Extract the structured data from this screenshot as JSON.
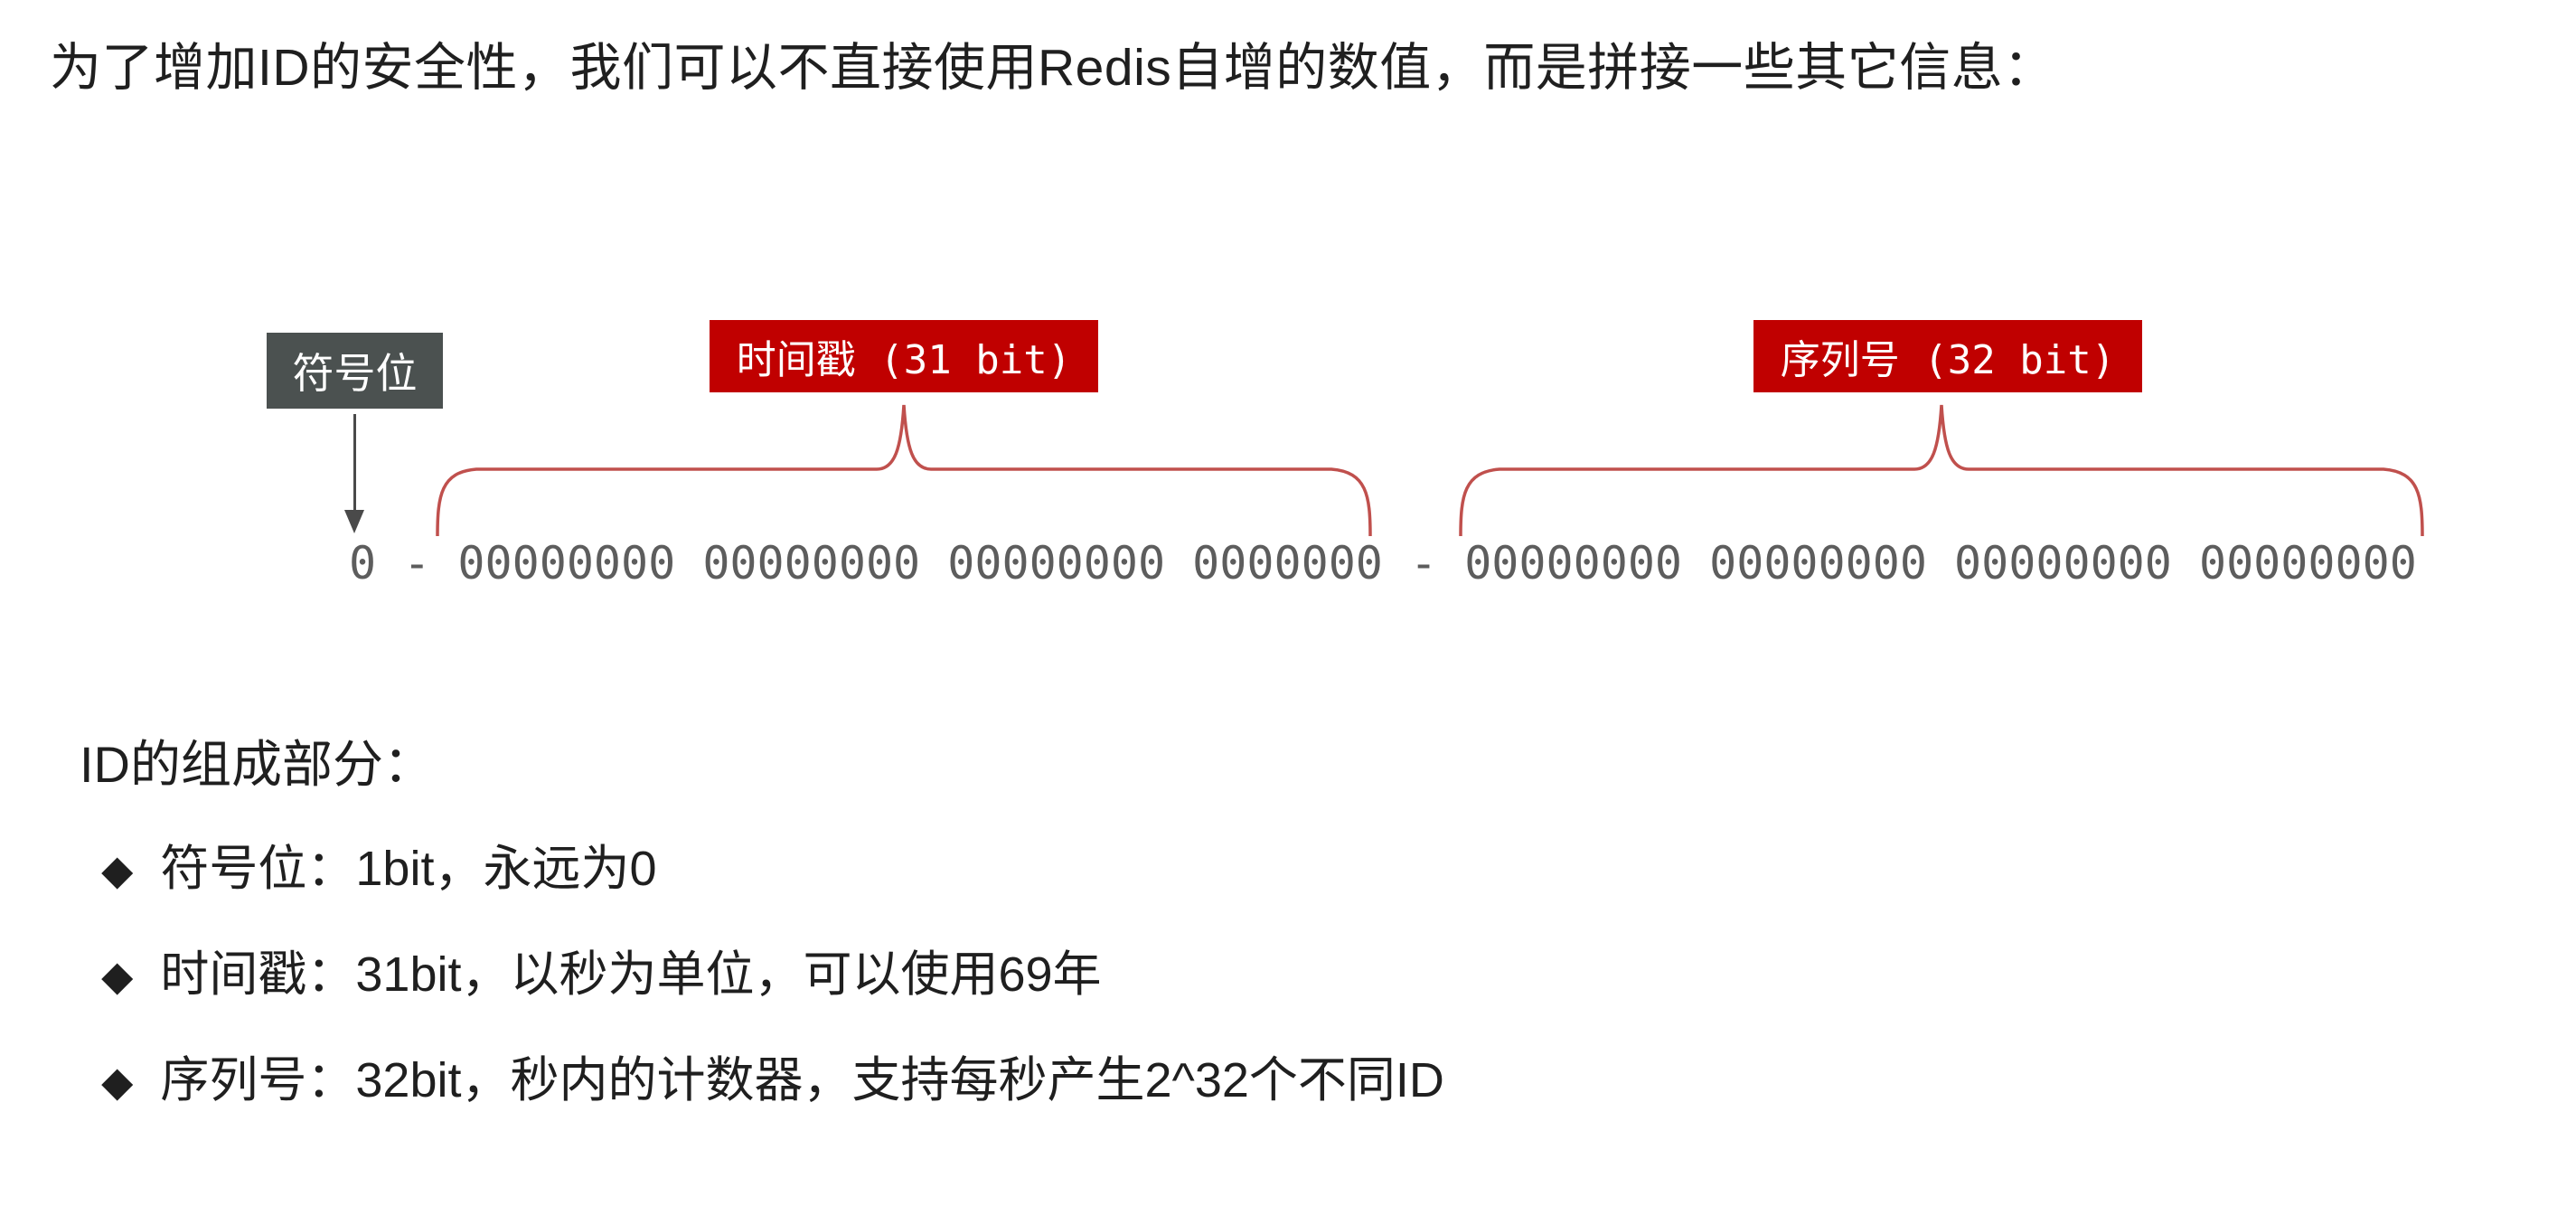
{
  "title": "为了增加ID的安全性，我们可以不直接使用Redis自增的数值，而是拼接一些其它信息：",
  "diagram": {
    "sign_label": "符号位",
    "timestamp_label": "时间戳 (31 bit)",
    "serial_label": "序列号 (32 bit)",
    "binary": "0 - 00000000 00000000 00000000 0000000 - 00000000 00000000 00000000 00000000",
    "sign_bits": 1,
    "timestamp_bits": 31,
    "serial_bits": 32,
    "colors": {
      "label_red": "#c00000",
      "sign_gray": "#4b5150",
      "brace_red": "#c0504d",
      "binary_gray": "#5d5d5d",
      "arrow_gray": "#4a4a4a"
    }
  },
  "composition": {
    "heading": "ID的组成部分：",
    "bullets": [
      {
        "marker": "◆",
        "text": "符号位：1bit，永远为0"
      },
      {
        "marker": "◆",
        "text": "时间戳：31bit，以秒为单位，可以使用69年"
      },
      {
        "marker": "◆",
        "text": "序列号：32bit，秒内的计数器，支持每秒产生2^32个不同ID"
      }
    ]
  }
}
